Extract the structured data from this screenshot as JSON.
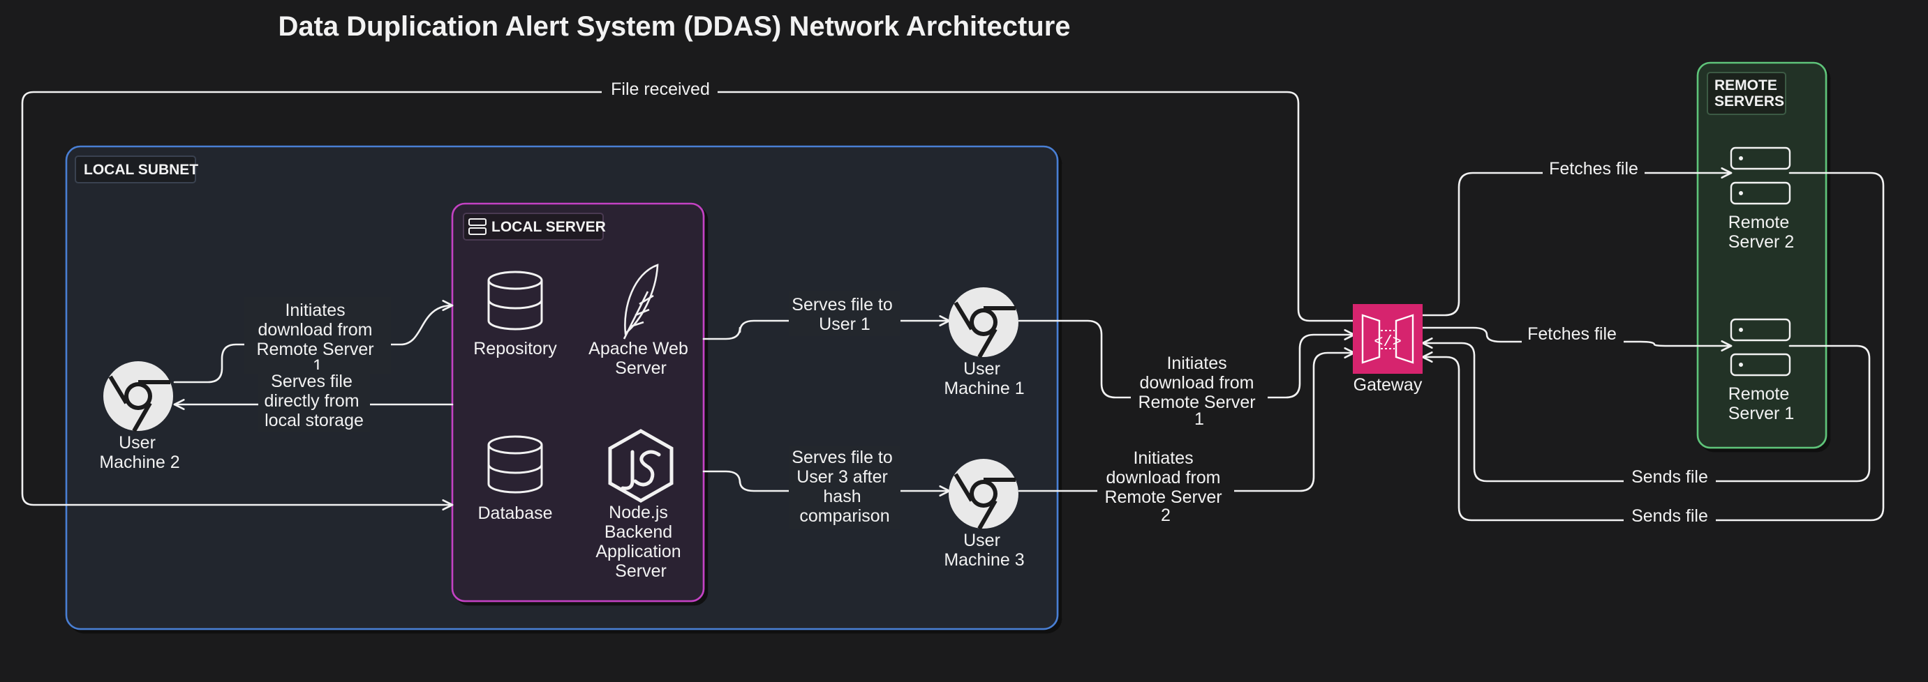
{
  "title": "Data Duplication Alert System (DDAS) Network Architecture",
  "groups": {
    "local_subnet": "LOCAL SUBNET",
    "local_server": "LOCAL SERVER",
    "remote_servers": [
      "REMOTE",
      "SERVERS"
    ]
  },
  "nodes": {
    "user_machine_2": [
      "User",
      "Machine 2"
    ],
    "user_machine_1": [
      "User",
      "Machine 1"
    ],
    "user_machine_3": [
      "User",
      "Machine 3"
    ],
    "repository": [
      "Repository"
    ],
    "apache": [
      "Apache Web",
      "Server"
    ],
    "database": [
      "Database"
    ],
    "nodejs": [
      "Node.js",
      "Backend",
      "Application",
      "Server"
    ],
    "gateway": [
      "Gateway"
    ],
    "remote_server_2": [
      "Remote",
      "Server 2"
    ],
    "remote_server_1": [
      "Remote",
      "Server 1"
    ]
  },
  "edges": {
    "file_received": [
      "File received"
    ],
    "initiates_download_1": [
      "Initiates",
      "download from",
      "Remote Server",
      "1"
    ],
    "serves_local": [
      "Serves file",
      "directly from",
      "local storage"
    ],
    "serves_user1": [
      "Serves file to",
      "User 1"
    ],
    "serves_user3": [
      "Serves file to",
      "User 3 after",
      "hash",
      "comparison"
    ],
    "um1_initiates": [
      "Initiates",
      "download from",
      "Remote Server",
      "1"
    ],
    "um3_initiates": [
      "Initiates",
      "download from",
      "Remote Server",
      "2"
    ],
    "fetches_rs2": [
      "Fetches file"
    ],
    "fetches_rs1": [
      "Fetches file"
    ],
    "sends_rs1": [
      "Sends file"
    ],
    "sends_rs2": [
      "Sends file"
    ]
  },
  "colors": {
    "background": "#1b1b1c",
    "local_subnet": "#4a7fd4",
    "local_server": "#c443c4",
    "remote_servers": "#5fc47a",
    "gateway": "#d6246e",
    "line": "#f2f2f2"
  },
  "icons": {
    "user_machine": "chrome-browser-icon",
    "repository": "database-cylinder-icon",
    "database": "database-cylinder-icon",
    "apache": "apache-feather-icon",
    "nodejs": "nodejs-hexagon-icon",
    "gateway": "api-gateway-icon",
    "remote_server": "server-rack-icon",
    "local_server": "server-icon"
  }
}
